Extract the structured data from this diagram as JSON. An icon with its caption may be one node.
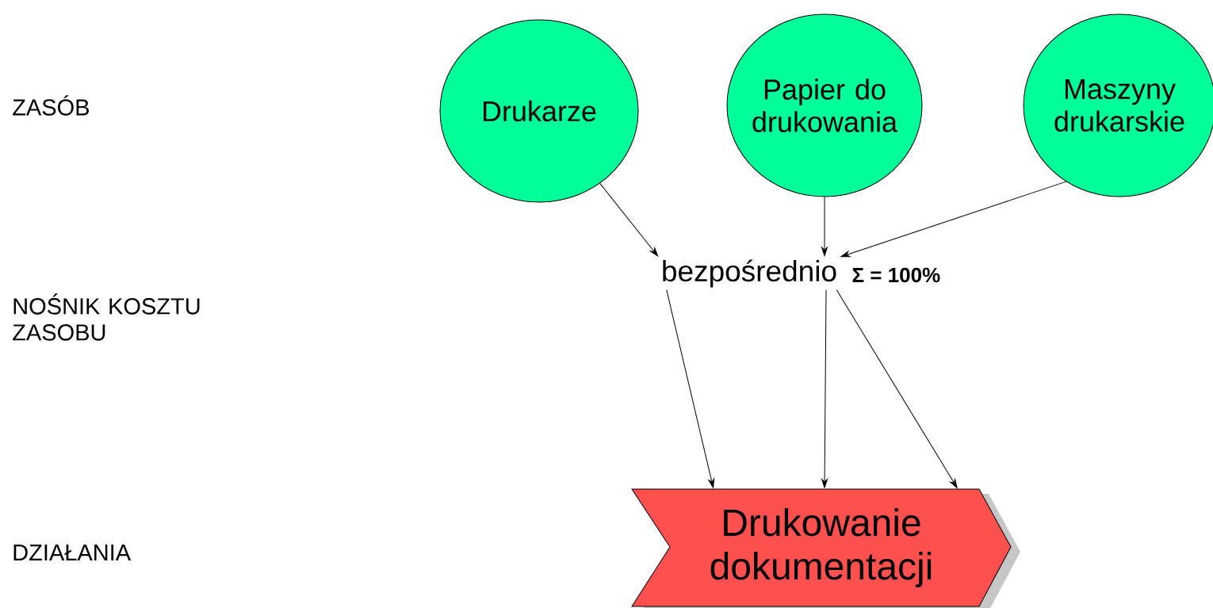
{
  "diagram": {
    "nodes": [
      {
        "text": [
          "Drukarze"
        ]
      },
      {
        "text": [
          "Papier do drukowania"
        ]
      },
      {
        "text": [
          "Maszyny drukarskie"
        ]
      },
      {
        "text": [
          "bezpośrednio"
        ],
        "beside": [
          "Σ = 100%"
        ]
      },
      {
        "text": [
          "Drukowanie dokumentacji"
        ]
      }
    ],
    "edges": [
      {
        "from": 0,
        "to": 3,
        "arrow": "to"
      },
      {
        "from": 1,
        "to": 3,
        "arrow": "to"
      },
      {
        "from": 2,
        "to": 3,
        "arrow": "to"
      },
      {
        "from": 3,
        "to": 4,
        "arrow": "to"
      },
      {
        "from": 3,
        "to": 4,
        "arrow": "to"
      },
      {
        "from": 3,
        "to": 4,
        "arrow": "to"
      }
    ],
    "labels": [
      "ZASÓB",
      "NOŚNIK KOSZTU ZASOBU",
      "DZIAŁANIA"
    ]
  }
}
